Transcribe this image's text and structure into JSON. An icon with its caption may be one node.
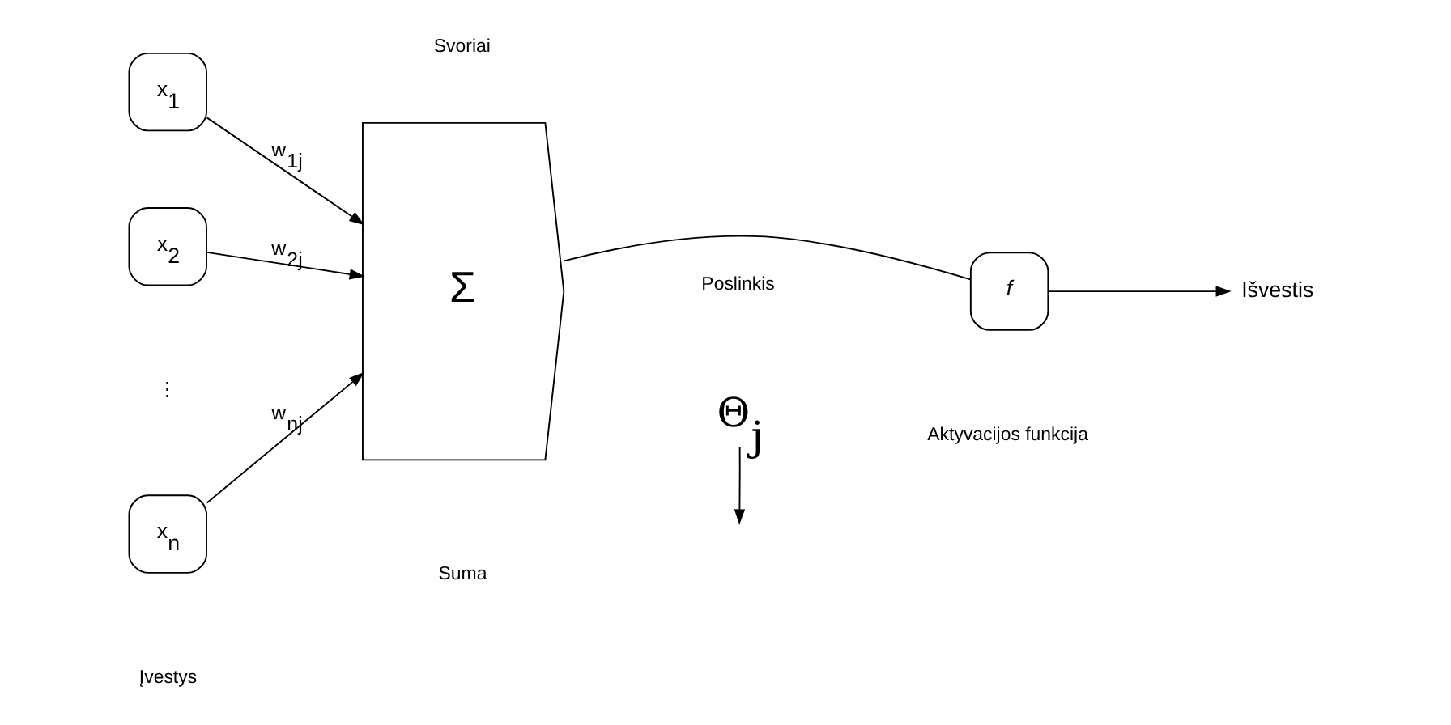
{
  "diagram": {
    "nodes": [
      {
        "text": [
          "x$_{1}$"
        ]
      },
      {
        "text": [
          "x$_{2}$"
        ]
      },
      {
        "text": [
          "x$_{n}$"
        ]
      },
      {
        "text": [
          "Σ"
        ]
      },
      {
        "text": [
          "*f*"
        ]
      },
      {
        "text": [
          "Θ$_{j}$"
        ]
      },
      {
        "text": [
          "Išvestis"
        ]
      }
    ],
    "edges": [
      {
        "from": 0,
        "to": 3,
        "arrow": "to",
        "label": "w$_{1j}$"
      },
      {
        "from": 1,
        "to": 3,
        "arrow": "to",
        "label": "w$_{2j}$"
      },
      {
        "from": 2,
        "to": 3,
        "arrow": "to",
        "label": "w$_{nj}$"
      },
      {
        "from": 3,
        "to": 4,
        "arrow": "none"
      },
      {
        "from": 5,
        "to": null,
        "arrow": "to"
      },
      {
        "from": 4,
        "to": 6,
        "arrow": "to"
      }
    ],
    "labels": [
      "Svoriai",
      "Poslinkis",
      "⋮",
      "Įvestys",
      "Suma",
      "Aktyvacijos funkcija"
    ]
  }
}
